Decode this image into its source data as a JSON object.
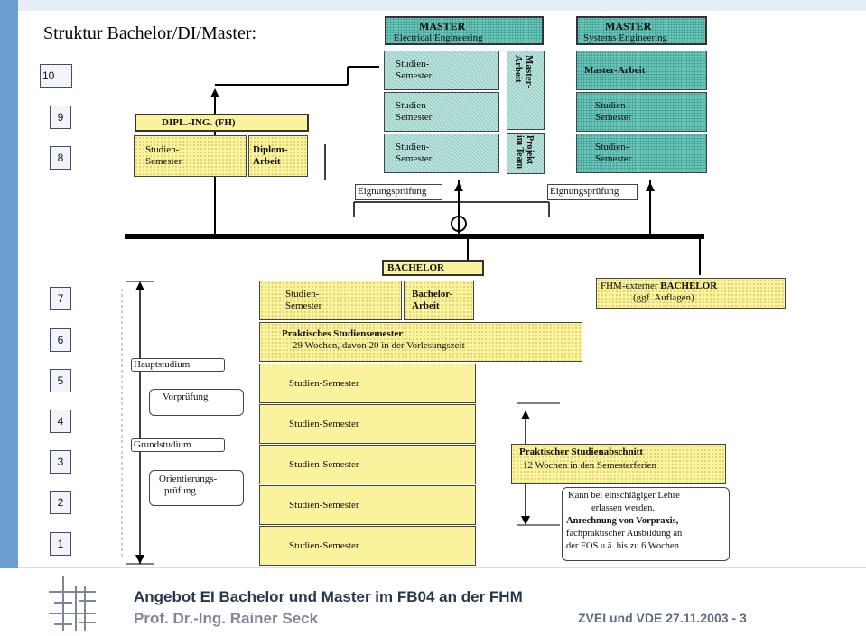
{
  "slide_title": "Struktur Bachelor/DI/Master:",
  "semesters_upper": [
    "10",
    "9",
    "8"
  ],
  "semesters_lower": [
    "7",
    "6",
    "5",
    "4",
    "3",
    "2",
    "1"
  ],
  "master_ee": {
    "title": "MASTER",
    "subtitle": "Electrical Engineering",
    "studien_lines": [
      "Studien-",
      "Semester"
    ],
    "masterarbeit_vertical": "Master-\nArbeit",
    "projekt_vertical": "Projekt\nim Team"
  },
  "master_se": {
    "title": "MASTER",
    "subtitle": "Systems Engineering",
    "masterarbeit": "Master-Arbeit",
    "studien_lines": [
      "Studien-",
      "Semester"
    ]
  },
  "diplom": {
    "title": "DIPL.-ING. (FH)",
    "studien_lines": [
      "Studien-",
      "Semester"
    ],
    "arbeit_lines": [
      "Diplom-",
      "Arbeit"
    ]
  },
  "eignung": "Eignungsprüfung",
  "bachelor": {
    "title": "BACHELOR",
    "studien_lines": [
      "Studien-",
      "Semester"
    ],
    "arbeit_lines": [
      "Bachelor-",
      "Arbeit"
    ],
    "praktisches_title": "Praktisches Studiensemester",
    "praktisches_sub": "29 Wochen, davon 20 in der Vorlesungszeit",
    "studien_semester": [
      "Studien-Semester",
      "Studien-Semester",
      "Studien-Semester",
      "Studien-Semester",
      "Studien-Semester"
    ]
  },
  "fhm_extern": {
    "prefix": "FHM-externer ",
    "bold": "BACHELOR",
    "sub": "(ggf. Auflagen)"
  },
  "phases": {
    "hauptstudium": "Hauptstudium",
    "vorpruefung": "Vorprüfung",
    "grundstudium": "Grundstudium",
    "orientierung_lines": [
      "Orientierungs-",
      "prüfung"
    ]
  },
  "praktischer_abschnitt": {
    "title": "Praktischer Studienabschnitt",
    "sub": "12 Wochen in den Semesterferien"
  },
  "note_lines": [
    "Kann bei einschlägiger Lehre",
    "erlassen werden.",
    "Anrechnung von Vorpraxis,",
    "fachpraktischer Ausbildung an",
    "der FOS u.ä. bis zu 6 Wochen"
  ],
  "footer": {
    "title": "Angebot EI Bachelor und Master im FB04 an der FHM",
    "author": "Prof. Dr.-Ing.  Rainer Seck",
    "right": "ZVEI und VDE  27.11.2003  -  3"
  },
  "colors": {
    "left_band": "#6a9fd0",
    "teal": "#6fc4b9",
    "mint": "#bfe7e0",
    "yellow": "#fbf29d",
    "footer_text": "#263650"
  }
}
